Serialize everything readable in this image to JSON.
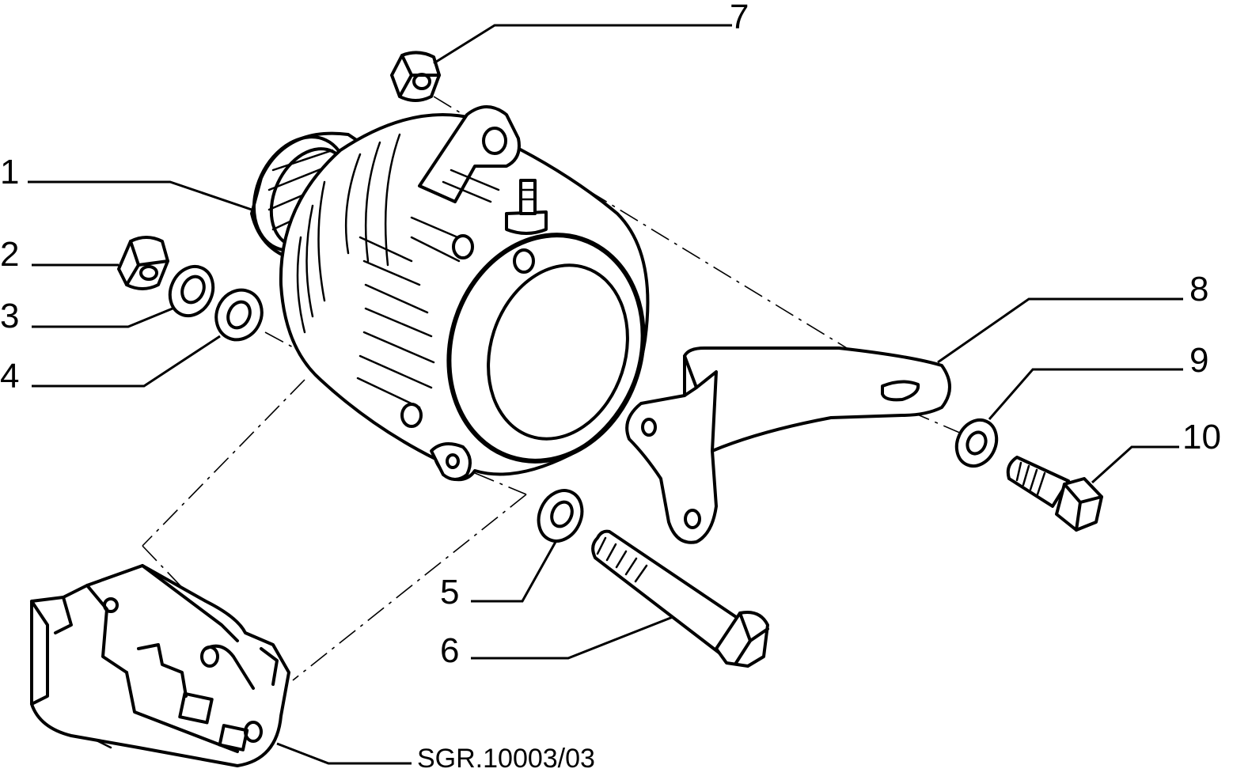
{
  "callouts": [
    {
      "id": "1",
      "text": "1"
    },
    {
      "id": "2",
      "text": "2"
    },
    {
      "id": "3",
      "text": "3"
    },
    {
      "id": "4",
      "text": "4"
    },
    {
      "id": "5",
      "text": "5"
    },
    {
      "id": "6",
      "text": "6"
    },
    {
      "id": "7",
      "text": "7"
    },
    {
      "id": "8",
      "text": "8"
    },
    {
      "id": "9",
      "text": "9"
    },
    {
      "id": "10",
      "text": "10"
    }
  ],
  "drawing_code": "SGR.10003/03"
}
